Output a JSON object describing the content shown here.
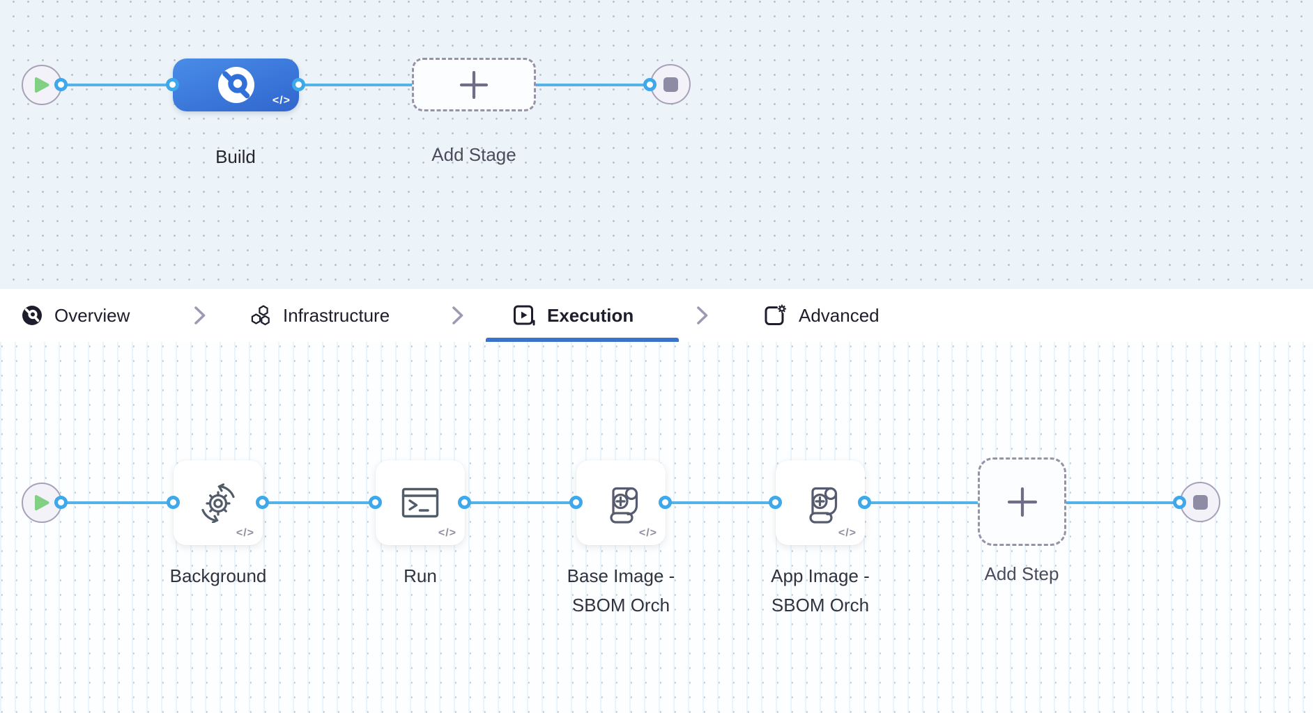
{
  "canvas_top": {
    "stage_build": {
      "label": "Build",
      "code_badge": "</>"
    },
    "add_stage": {
      "label": "Add Stage",
      "plus": "+"
    }
  },
  "tabs": {
    "overview": {
      "label": "Overview",
      "active": false
    },
    "infrastructure": {
      "label": "Infrastructure",
      "active": false
    },
    "execution": {
      "label": "Execution",
      "active": true
    },
    "advanced": {
      "label": "Advanced",
      "active": false
    }
  },
  "canvas_bottom": {
    "steps": [
      {
        "label": "Background",
        "code_badge": "</>"
      },
      {
        "label": "Run",
        "code_badge": "</>"
      },
      {
        "label": "Base Image -\nSBOM Orch",
        "code_badge": "</>"
      },
      {
        "label": "App Image -\nSBOM Orch",
        "code_badge": "</>"
      }
    ],
    "add_step": {
      "label": "Add Step",
      "plus": "+"
    }
  },
  "colors": {
    "top_canvas_bg": "#edf4f9",
    "bottom_canvas_bg": "#fcfeff",
    "connector_blue": "#54b2e9",
    "port_ring_blue": "#3ea8ea",
    "active_tab_underline": "#3a72d0",
    "stage_gradient_start": "#4a8ce7",
    "stage_gradient_end": "#3166cd",
    "play_green": "#81d084",
    "stop_gray": "#8e8ca4",
    "dashed_border": "#9692a8"
  }
}
